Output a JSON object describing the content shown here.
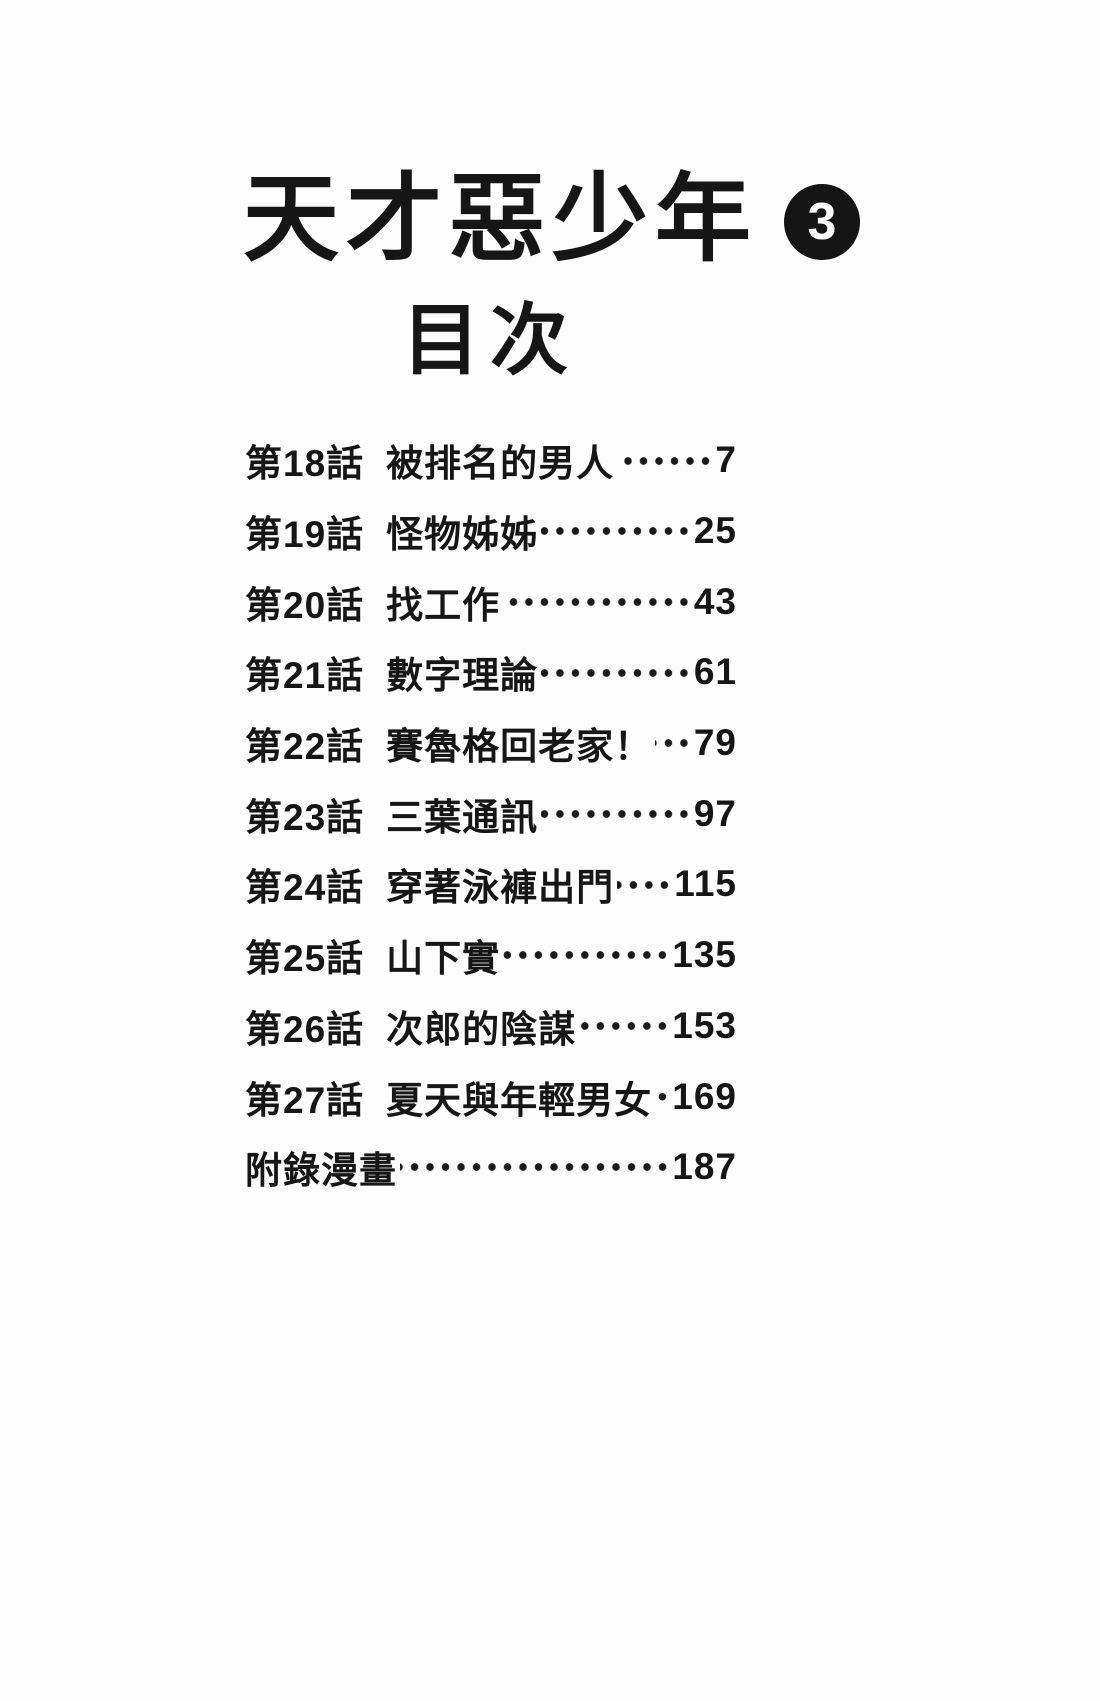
{
  "page": {
    "title": "天才惡少年",
    "volume_badge": "3",
    "subtitle": "目次"
  },
  "toc": {
    "entries": [
      {
        "chapter": "第18話",
        "title": "被排名的男人",
        "page": "7"
      },
      {
        "chapter": "第19話",
        "title": "怪物姊姊",
        "page": "25"
      },
      {
        "chapter": "第20話",
        "title": "找工作",
        "page": "43"
      },
      {
        "chapter": "第21話",
        "title": "數字理論",
        "page": "61"
      },
      {
        "chapter": "第22話",
        "title": "賽魯格回老家！",
        "page": "79"
      },
      {
        "chapter": "第23話",
        "title": "三葉通訊",
        "page": "97"
      },
      {
        "chapter": "第24話",
        "title": "穿著泳褲出門",
        "page": "115"
      },
      {
        "chapter": "第25話",
        "title": "山下實",
        "page": "135"
      },
      {
        "chapter": "第26話",
        "title": "次郎的陰謀",
        "page": "153"
      },
      {
        "chapter": "第27話",
        "title": "夏天與年輕男女",
        "page": "169"
      },
      {
        "chapter": "",
        "title": "附錄漫畫",
        "page": "187"
      }
    ]
  }
}
